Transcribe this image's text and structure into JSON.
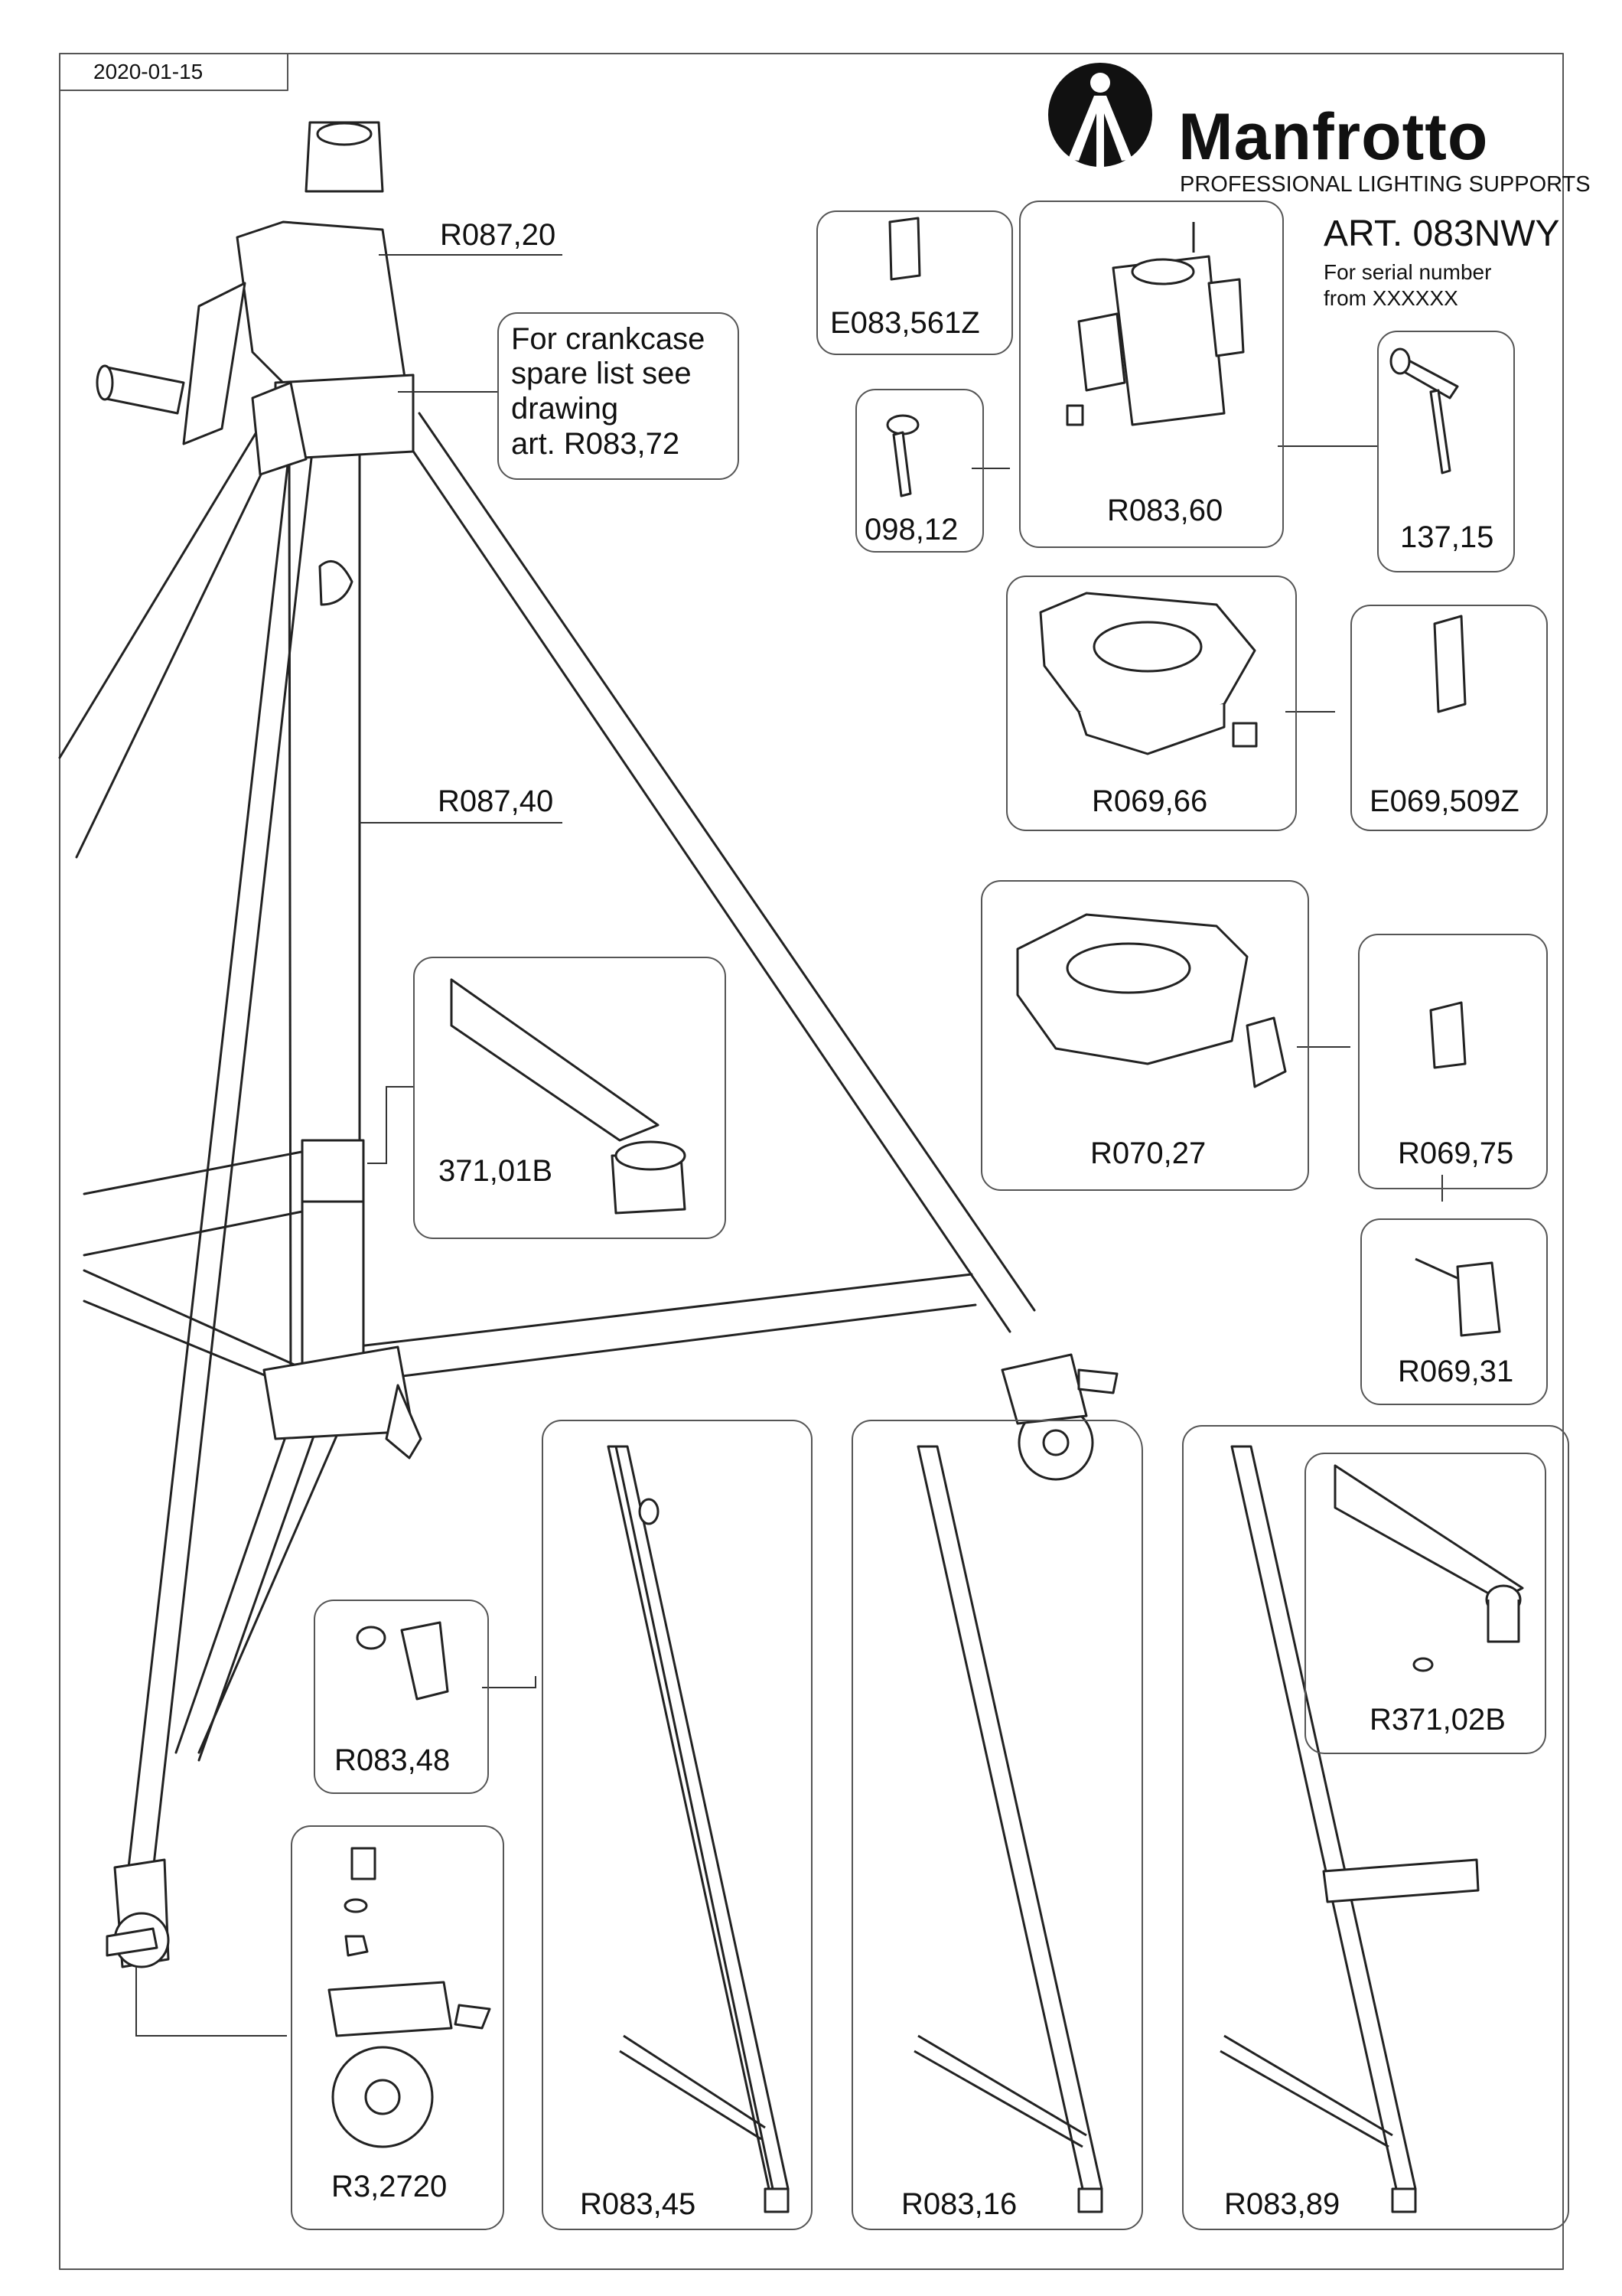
{
  "header": {
    "date": "2020-01-15",
    "brand": "Manfrotto",
    "tagline": "PROFESSIONAL LIGHTING SUPPORTS",
    "article": "ART. 083NWY",
    "serial_line1": "For serial number",
    "serial_line2": "from XXXXXX"
  },
  "main_stand": {
    "callout_head": "R087,20",
    "callout_column": "R087,40",
    "crankcase_note": [
      "For crankcase",
      "spare list see",
      "drawing",
      "art.  R083,72"
    ]
  },
  "parts": {
    "e083_561z": "E083,561Z",
    "r083_60": "R083,60",
    "p098_12": "098,12",
    "p137_15": "137,15",
    "r069_66": "R069,66",
    "e069_509z": "E069,509Z",
    "r070_27": "R070,27",
    "r069_75": "R069,75",
    "r069_31": "R069,31",
    "p371_01b": "371,01B",
    "r083_48": "R083,48",
    "r3_2720": "R3,2720",
    "r083_45": "R083,45",
    "r083_16": "R083,16",
    "r083_89": "R083,89",
    "r371_02b": "R371,02B"
  },
  "colors": {
    "ink": "#111111",
    "frame": "#555555",
    "metal": "#e8e8e8"
  }
}
